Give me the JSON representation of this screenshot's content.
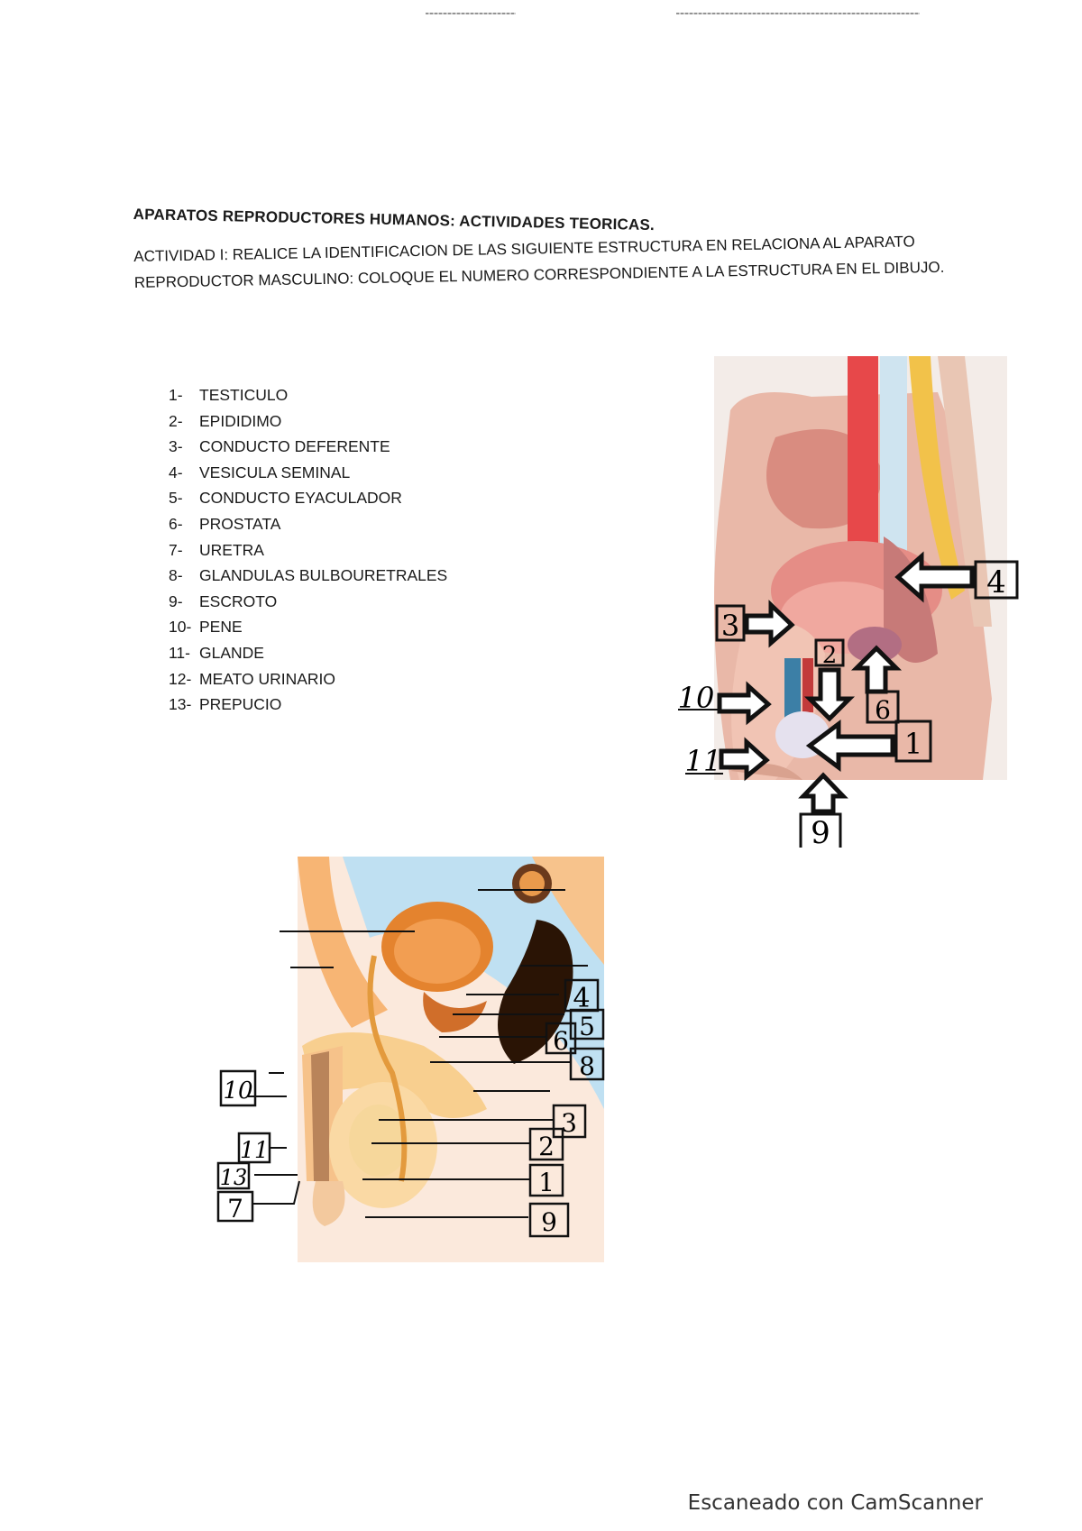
{
  "document": {
    "title": "APARATOS REPRODUCTORES HUMANOS: ACTIVIDADES TEORICAS.",
    "instructions": "ACTIVIDAD I: REALICE LA IDENTIFICACION DE LAS SIGUIENTE ESTRUCTURA EN RELACIONA AL APARATO REPRODUCTOR MASCULINO: COLOQUE EL NUMERO CORRESPONDIENTE A LA ESTRUCTURA EN EL DIBUJO.",
    "structures": [
      {
        "number": "1-",
        "name": "TESTICULO"
      },
      {
        "number": "2-",
        "name": "EPIDIDIMO"
      },
      {
        "number": "3-",
        "name": "CONDUCTO DEFERENTE"
      },
      {
        "number": "4-",
        "name": "VESICULA SEMINAL"
      },
      {
        "number": "5-",
        "name": "CONDUCTO EYACULADOR"
      },
      {
        "number": "6-",
        "name": "PROSTATA"
      },
      {
        "number": "7-",
        "name": "URETRA"
      },
      {
        "number": "8-",
        "name": "GLANDULAS BULBOURETRALES"
      },
      {
        "number": "9-",
        "name": "ESCROTO"
      },
      {
        "number": "10-",
        "name": "PENE"
      },
      {
        "number": "11-",
        "name": "GLANDE"
      },
      {
        "number": "12-",
        "name": "MEATO URINARIO"
      },
      {
        "number": "13-",
        "name": "PREPUCIO"
      }
    ]
  },
  "figure_a": {
    "labels": {
      "l1": "1",
      "l2": "2",
      "l3": "3",
      "l4": "4",
      "l6": "6",
      "l9": "9",
      "l10": "10",
      "l11": "11"
    }
  },
  "figure_b": {
    "labels": {
      "l1": "1",
      "l2": "2",
      "l3": "3",
      "l4": "4",
      "l5": "5",
      "l6": "6",
      "l7": "7",
      "l8": "8",
      "l9": "9",
      "l10": "10",
      "l11": "11",
      "l13": "13"
    }
  },
  "footer": {
    "brand": "Escaneado con CamScanner"
  }
}
